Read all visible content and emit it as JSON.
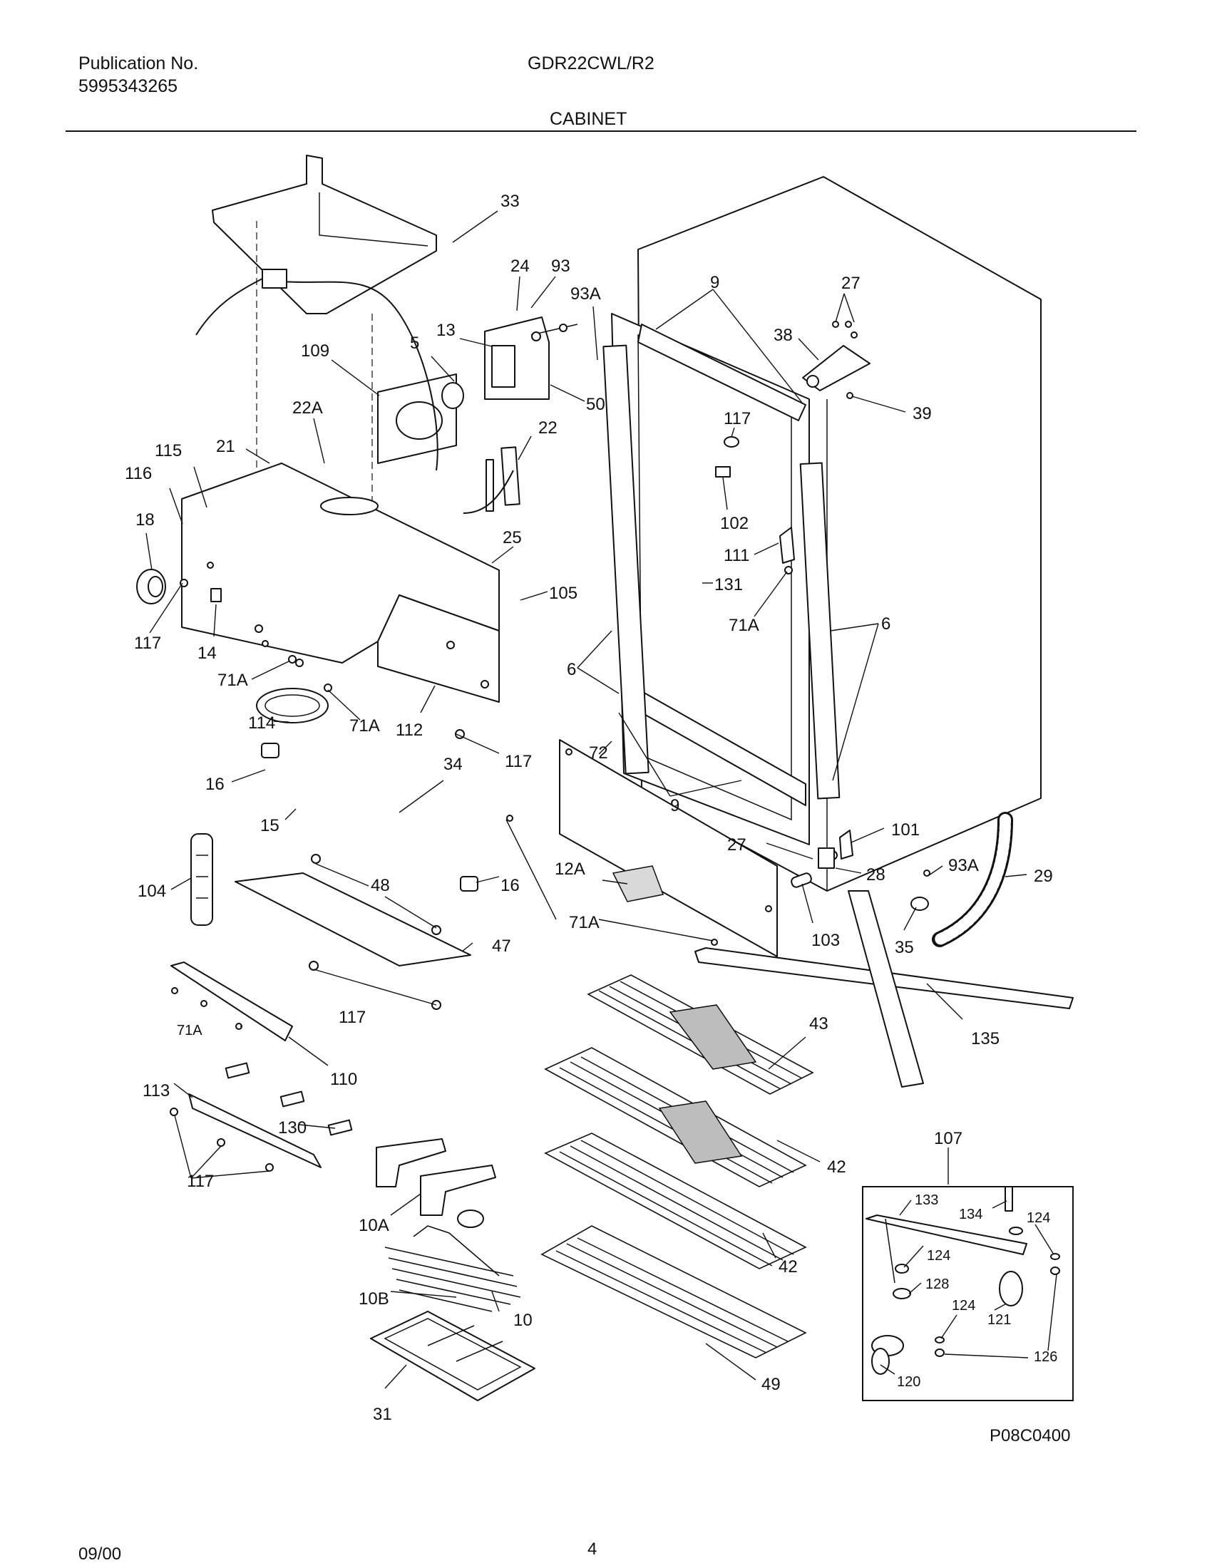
{
  "header": {
    "publication_label": "Publication No.",
    "publication_number": "5995343265",
    "model": "GDR22CWL/R2",
    "section_title": "CABINET"
  },
  "diagram_code": "P08C0400",
  "footer": {
    "date": "09/00",
    "page": "4"
  },
  "callouts": [
    {
      "id": "c-33",
      "text": "33"
    },
    {
      "id": "c-24",
      "text": "24"
    },
    {
      "id": "c-93",
      "text": "93"
    },
    {
      "id": "c-93a-top",
      "text": "93A"
    },
    {
      "id": "c-13",
      "text": "13"
    },
    {
      "id": "c-5",
      "text": "5"
    },
    {
      "id": "c-109",
      "text": "109"
    },
    {
      "id": "c-50",
      "text": "50"
    },
    {
      "id": "c-22a",
      "text": "22A"
    },
    {
      "id": "c-22",
      "text": "22"
    },
    {
      "id": "c-21",
      "text": "21"
    },
    {
      "id": "c-115",
      "text": "115"
    },
    {
      "id": "c-116",
      "text": "116"
    },
    {
      "id": "c-18",
      "text": "18"
    },
    {
      "id": "c-25",
      "text": "25"
    },
    {
      "id": "c-105",
      "text": "105"
    },
    {
      "id": "c-117-a",
      "text": "117"
    },
    {
      "id": "c-14",
      "text": "14"
    },
    {
      "id": "c-71a-a",
      "text": "71A"
    },
    {
      "id": "c-114",
      "text": "114"
    },
    {
      "id": "c-71a-b",
      "text": "71A"
    },
    {
      "id": "c-112",
      "text": "112"
    },
    {
      "id": "c-117-b",
      "text": "117"
    },
    {
      "id": "c-16-a",
      "text": "16"
    },
    {
      "id": "c-34",
      "text": "34"
    },
    {
      "id": "c-15",
      "text": "15"
    },
    {
      "id": "c-104",
      "text": "104"
    },
    {
      "id": "c-48",
      "text": "48"
    },
    {
      "id": "c-16-b",
      "text": "16"
    },
    {
      "id": "c-47",
      "text": "47"
    },
    {
      "id": "c-117-c",
      "text": "117"
    },
    {
      "id": "c-71a-c",
      "text": "71A"
    },
    {
      "id": "c-110",
      "text": "110"
    },
    {
      "id": "c-113",
      "text": "113"
    },
    {
      "id": "c-130",
      "text": "130"
    },
    {
      "id": "c-117-d",
      "text": "117"
    },
    {
      "id": "c-10a",
      "text": "10A"
    },
    {
      "id": "c-10b",
      "text": "10B"
    },
    {
      "id": "c-10",
      "text": "10"
    },
    {
      "id": "c-31",
      "text": "31"
    },
    {
      "id": "c-9-a",
      "text": "9"
    },
    {
      "id": "c-27-a",
      "text": "27"
    },
    {
      "id": "c-38",
      "text": "38"
    },
    {
      "id": "c-39",
      "text": "39"
    },
    {
      "id": "c-117-e",
      "text": "117"
    },
    {
      "id": "c-102",
      "text": "102"
    },
    {
      "id": "c-111",
      "text": "111"
    },
    {
      "id": "c-131",
      "text": "131"
    },
    {
      "id": "c-71a-d",
      "text": "71A"
    },
    {
      "id": "c-6-a",
      "text": "6"
    },
    {
      "id": "c-6-b",
      "text": "6"
    },
    {
      "id": "c-72",
      "text": "72"
    },
    {
      "id": "c-9-b",
      "text": "9"
    },
    {
      "id": "c-101",
      "text": "101"
    },
    {
      "id": "c-27-b",
      "text": "27"
    },
    {
      "id": "c-28",
      "text": "28"
    },
    {
      "id": "c-93a-bot",
      "text": "93A"
    },
    {
      "id": "c-29",
      "text": "29"
    },
    {
      "id": "c-12a",
      "text": "12A"
    },
    {
      "id": "c-71a-e",
      "text": "71A"
    },
    {
      "id": "c-103",
      "text": "103"
    },
    {
      "id": "c-35",
      "text": "35"
    },
    {
      "id": "c-135",
      "text": "135"
    },
    {
      "id": "c-43",
      "text": "43"
    },
    {
      "id": "c-42-a",
      "text": "42"
    },
    {
      "id": "c-42-b",
      "text": "42"
    },
    {
      "id": "c-49",
      "text": "49"
    },
    {
      "id": "c-107",
      "text": "107"
    },
    {
      "id": "c-133",
      "text": "133"
    },
    {
      "id": "c-134",
      "text": "134"
    },
    {
      "id": "c-124-a",
      "text": "124"
    },
    {
      "id": "c-124-b",
      "text": "124"
    },
    {
      "id": "c-128",
      "text": "128"
    },
    {
      "id": "c-124-c",
      "text": "124"
    },
    {
      "id": "c-121",
      "text": "121"
    },
    {
      "id": "c-126",
      "text": "126"
    },
    {
      "id": "c-120",
      "text": "120"
    }
  ]
}
